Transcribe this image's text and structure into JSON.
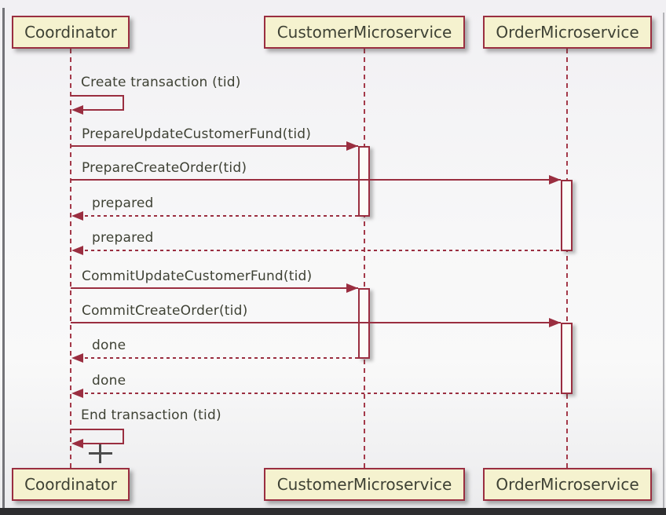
{
  "diagram": {
    "type": "uml-sequence",
    "participants": [
      {
        "name": "Coordinator"
      },
      {
        "name": "CustomerMicroservice"
      },
      {
        "name": "OrderMicroservice"
      }
    ],
    "messages": [
      {
        "label": "Create transaction (tid)",
        "from": "Coordinator",
        "to": "Coordinator",
        "style": "solid-self"
      },
      {
        "label": "PrepareUpdateCustomerFund(tid)",
        "from": "Coordinator",
        "to": "CustomerMicroservice",
        "style": "solid"
      },
      {
        "label": "PrepareCreateOrder(tid)",
        "from": "Coordinator",
        "to": "OrderMicroservice",
        "style": "solid"
      },
      {
        "label": "prepared",
        "from": "CustomerMicroservice",
        "to": "Coordinator",
        "style": "dashed-return"
      },
      {
        "label": "prepared",
        "from": "OrderMicroservice",
        "to": "Coordinator",
        "style": "dashed-return"
      },
      {
        "label": "CommitUpdateCustomerFund(tid)",
        "from": "Coordinator",
        "to": "CustomerMicroservice",
        "style": "solid"
      },
      {
        "label": "CommitCreateOrder(tid)",
        "from": "Coordinator",
        "to": "OrderMicroservice",
        "style": "solid"
      },
      {
        "label": "done",
        "from": "CustomerMicroservice",
        "to": "Coordinator",
        "style": "dashed-return"
      },
      {
        "label": "done",
        "from": "OrderMicroservice",
        "to": "Coordinator",
        "style": "dashed-return"
      },
      {
        "label": "End transaction (tid)",
        "from": "Coordinator",
        "to": "Coordinator",
        "style": "solid-self"
      }
    ],
    "colors": {
      "participant_fill": "#f5f2cf",
      "border": "#9a2e40",
      "lifeline": "#a43a4a",
      "text": "#3e4134",
      "bottom_bar": "#2d2d2f"
    }
  },
  "cursor": {
    "type": "crosshair-plus"
  }
}
